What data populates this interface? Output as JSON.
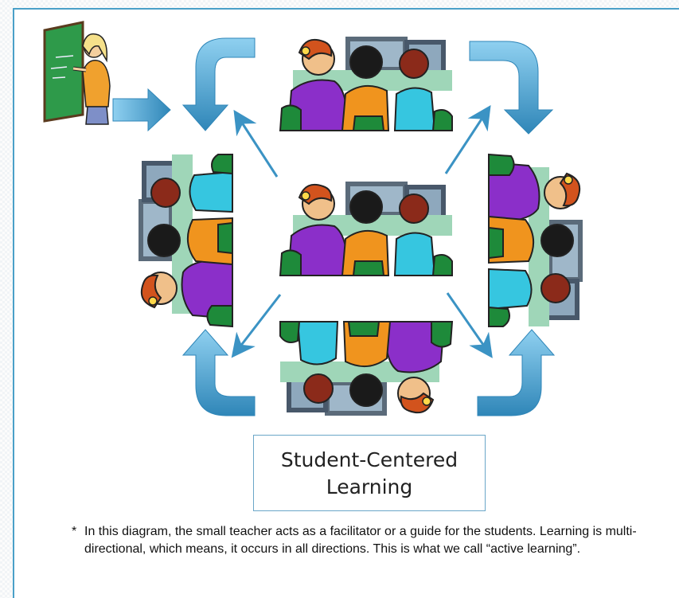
{
  "caption": {
    "line1": "Student-Centered",
    "line2": "Learning"
  },
  "note": {
    "star": "*",
    "text": "In this diagram, the small teacher acts as a facilitator or a guide for the students. Learning is multi-directional, which means, it occurs in all directions. This is what we call “active learning”."
  },
  "images": {
    "teacher": "teacher-at-chalkboard clipart",
    "group": "group of students at computer clipart"
  },
  "colors": {
    "arrow_fill": "#5aaed8",
    "arrow_dark": "#2f86b8",
    "slide_border": "#4aa0c8"
  }
}
